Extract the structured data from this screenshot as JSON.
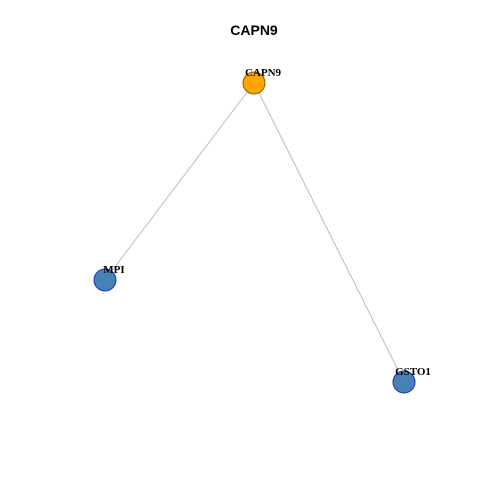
{
  "title": "CAPN9",
  "colors": {
    "center_fill": "#FFA500",
    "center_stroke": "#8B5A00",
    "neighbor_fill": "#4682B4",
    "neighbor_stroke": "#1F2FBF",
    "edge": "#BDBDBD"
  },
  "nodes": [
    {
      "id": "CAPN9",
      "label": "CAPN9",
      "role": "center"
    },
    {
      "id": "MPI",
      "label": "MPI",
      "role": "neighbor"
    },
    {
      "id": "GSTO1",
      "label": "GSTO1",
      "role": "neighbor"
    }
  ],
  "edges": [
    {
      "source": "CAPN9",
      "target": "MPI"
    },
    {
      "source": "CAPN9",
      "target": "GSTO1"
    }
  ]
}
